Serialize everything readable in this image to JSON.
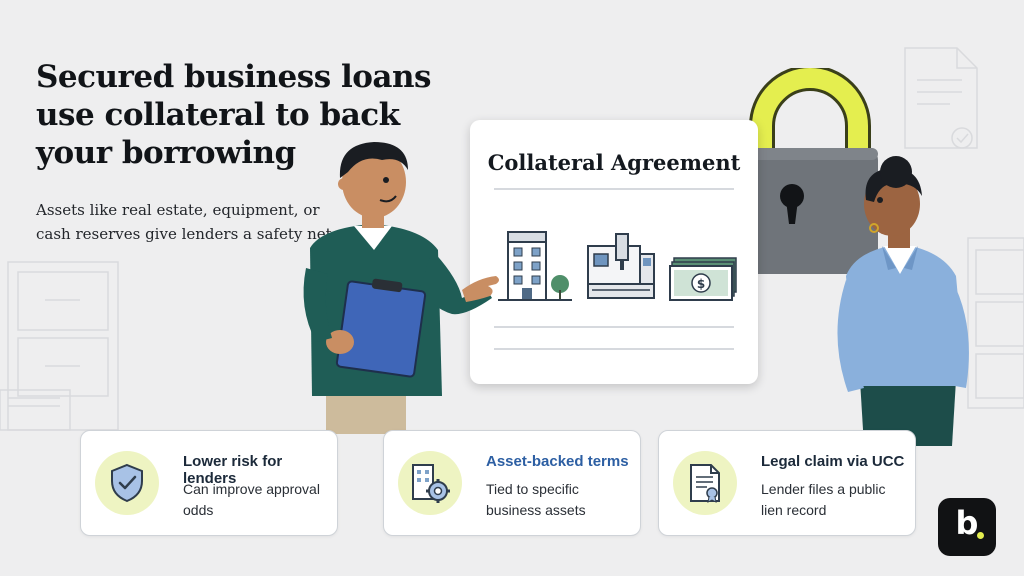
{
  "headline": "Secured business loans use collateral to back your borrowing",
  "subtitle": "Assets like real estate, equipment, or cash reserves give lenders a safety net",
  "agreement": {
    "title": "Collateral Agreement",
    "icons": [
      "building-icon",
      "machine-icon",
      "cash-stack-icon"
    ]
  },
  "features": [
    {
      "title": "Lower risk for lenders",
      "description": "Can improve approval odds",
      "icon": "shield-check-icon"
    },
    {
      "title": "Asset-backed terms",
      "description": "Tied to specific business assets",
      "icon": "building-gear-icon"
    },
    {
      "title": "Legal claim via UCC",
      "description": "Lender files a public lien record",
      "icon": "certificate-icon"
    }
  ],
  "brand": {
    "letter": "b"
  },
  "colors": {
    "accent_yellow": "#e4ee4f",
    "accent_blue": "#2d5fa3",
    "sweater_teal": "#1f5d56",
    "shirt_blue": "#8ab0dc",
    "lock_gray": "#6f747a",
    "icon_circle": "#eef4c2"
  }
}
